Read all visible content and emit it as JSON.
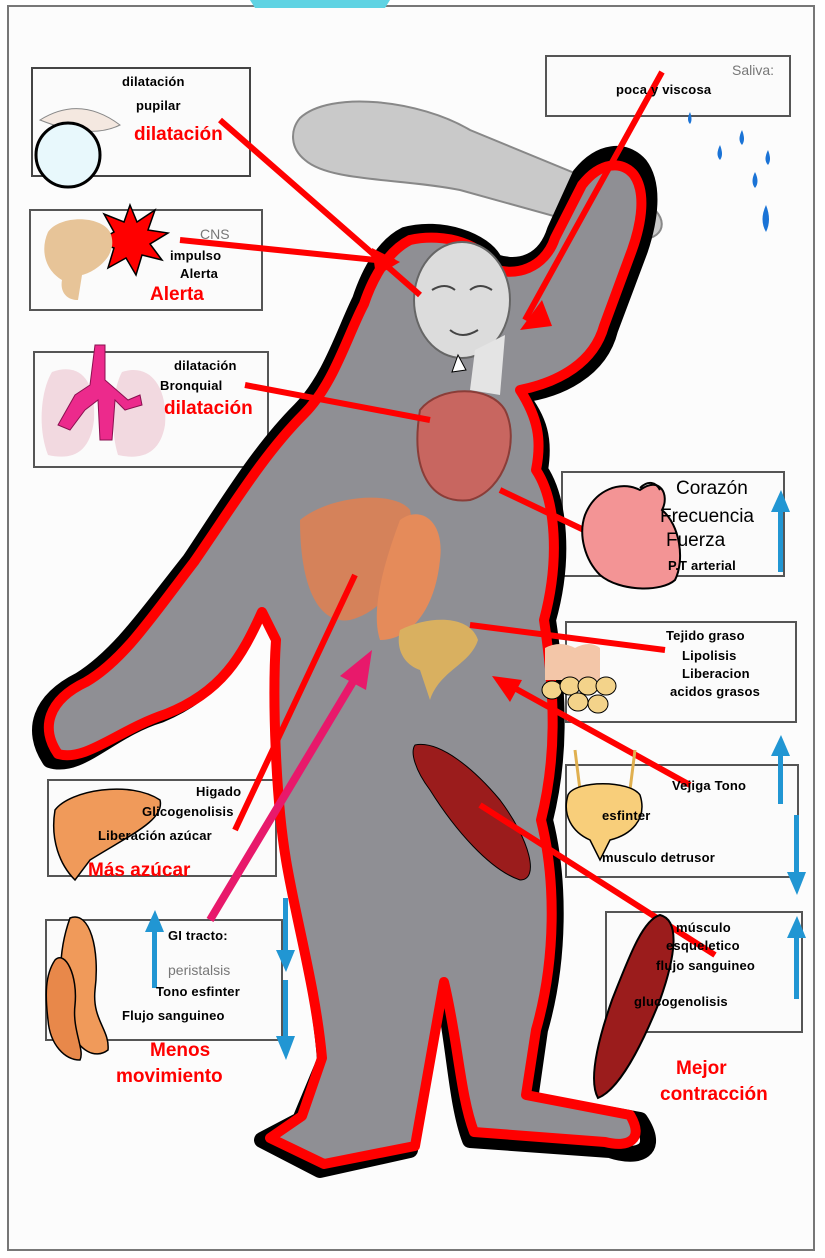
{
  "colors": {
    "outline_red": "#ff0000",
    "shadow_black": "#000000",
    "arrow_blue": "#2196d3",
    "arrow_pink": "#e8196b",
    "body_gray": "#8d8d91",
    "saliva_blue": "#1a73d6",
    "lung_pink": "#ec2a8c",
    "liver_orange": "#f09a5a"
  },
  "icons": [
    "eye-icon",
    "starburst-icon",
    "lungs-icon",
    "heart-icon",
    "fat-cells-icon",
    "bladder-icon",
    "muscle-icon",
    "liver-icon",
    "intestine-icon",
    "saliva-drop-icon"
  ],
  "labels": {
    "eye": {
      "line1": "dilatación",
      "line2": "pupilar",
      "red": "dilatación"
    },
    "saliva": {
      "title": "Saliva:",
      "text": "poca y viscosa"
    },
    "cns": {
      "gray": "CNS",
      "line1": "impulso",
      "line2": "Alerta",
      "red": "Alerta"
    },
    "lungs": {
      "line1": "dilatación",
      "line2": "Bronquial",
      "red": "dilatación"
    },
    "heart": {
      "title": "Corazón",
      "line1": "Frecuencia",
      "line2": "Fuerza",
      "line3": "P.T arterial"
    },
    "fat": {
      "line1": "Tejido graso",
      "line2": "Lipolisis",
      "line3": "Liberacion",
      "line4": "acidos grasos"
    },
    "bladder": {
      "line1": "Vejiga  Tono",
      "line2": "esfinter",
      "line3": "musculo detrusor"
    },
    "liver": {
      "line1": "Higado",
      "line2": "Glicogenolisis",
      "line3": "Liberación azúcar",
      "red": "Más  azúcar"
    },
    "gi": {
      "line1": "GI tracto:",
      "line2": "peristalsis",
      "line3": "Tono esfinter",
      "line4": "Flujo sanguineo",
      "red1": "Menos",
      "red2": "movimiento"
    },
    "muscle": {
      "line1": "músculo",
      "line2": "esqueletico",
      "line3": "flujo sanguineo",
      "line4": "glucogenolisis",
      "red1": "Mejor",
      "red2": "contracción"
    }
  }
}
